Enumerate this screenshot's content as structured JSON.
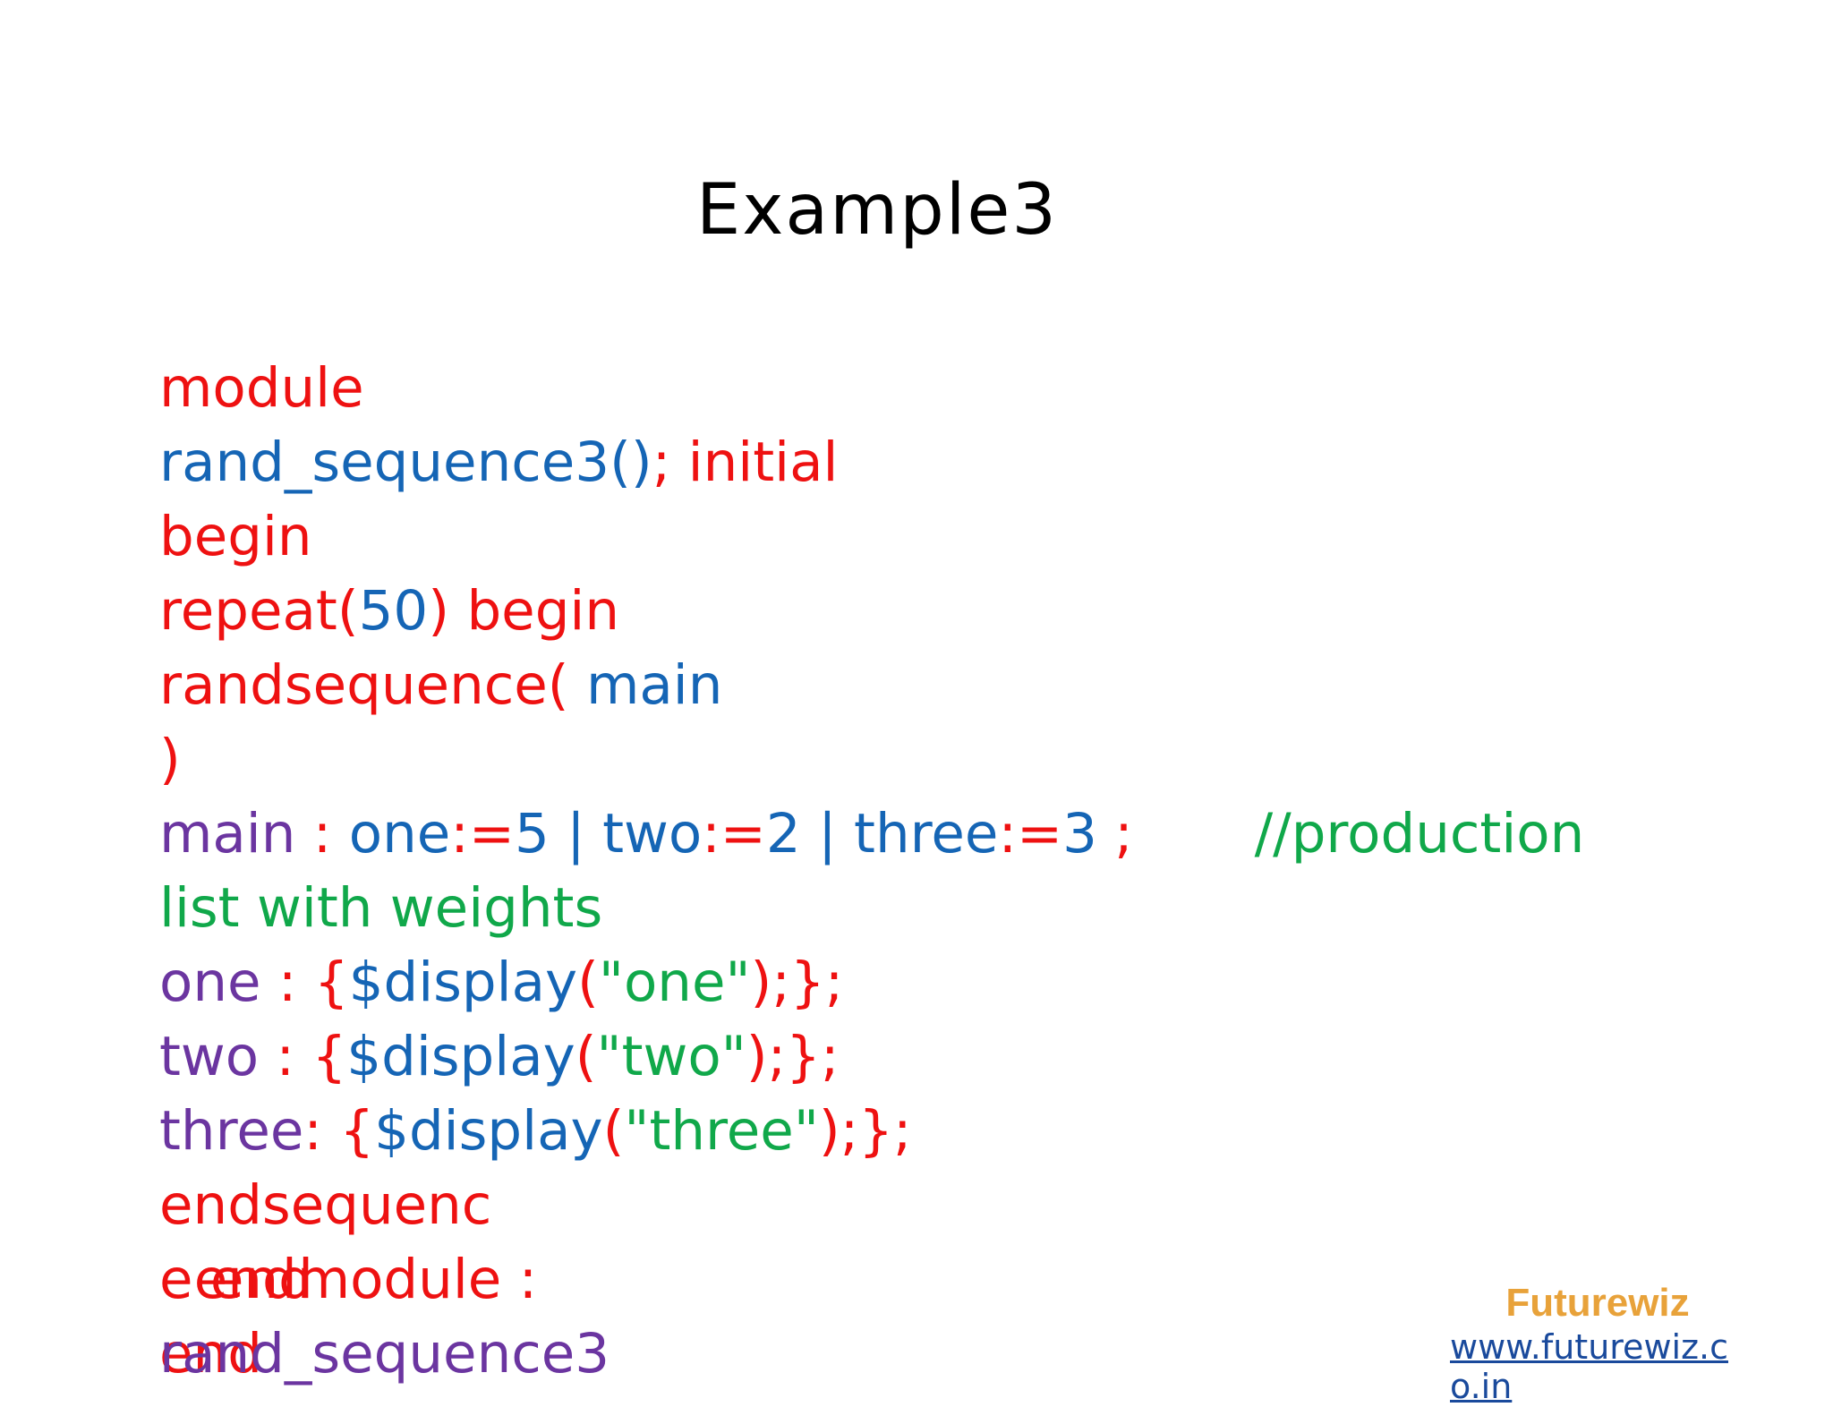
{
  "slide": {
    "title": "Example3"
  },
  "code": {
    "l1": "module",
    "l2_a": "rand_sequence3()",
    "l2_b": "; initial",
    "l3": "begin",
    "l4_a": "repeat(",
    "l4_b": "50",
    "l4_c": ") begin",
    "l5_a": "randsequence( ",
    "l5_b": "main",
    "l6": ")",
    "l7_a": "main",
    "l7_b": " : ",
    "l7_c": "one",
    "l7_d": ":=",
    "l7_e": "5 | two",
    "l7_f": ":=",
    "l7_g": "2 | three",
    "l7_h": ":=",
    "l7_i": "3",
    "l7_j": " ;",
    "l7_k": "       //production",
    "l8": "list with weights",
    "l9_a": "one",
    "l9_b": " : {",
    "l9_c": "$display",
    "l9_d": "(",
    "l9_e": "\"one\"",
    "l9_f": ");};",
    "l10_a": "two",
    "l10_b": " : {",
    "l10_c": "$display",
    "l10_d": "(",
    "l10_e": "\"two\"",
    "l10_f": ");};",
    "l11_a": "three",
    "l11_b": ": {",
    "l11_c": "$display",
    "l11_d": "(",
    "l11_e": "\"three\"",
    "l11_f": ");};",
    "l12": "endsequenc",
    "l13_back": "e end",
    "l13_front": "  endmodule :",
    "l14_back": "end",
    "l14_front": "rand_sequence3"
  },
  "brand": {
    "name": "Futurewiz",
    "url": "www.futurewiz.co.in"
  },
  "colors": {
    "keyword": "#ee1111",
    "identifier": "#1565b5",
    "production": "#6b35a0",
    "comment": "#10a84a",
    "brand": "#e8a23a",
    "link": "#1a4a9c"
  }
}
